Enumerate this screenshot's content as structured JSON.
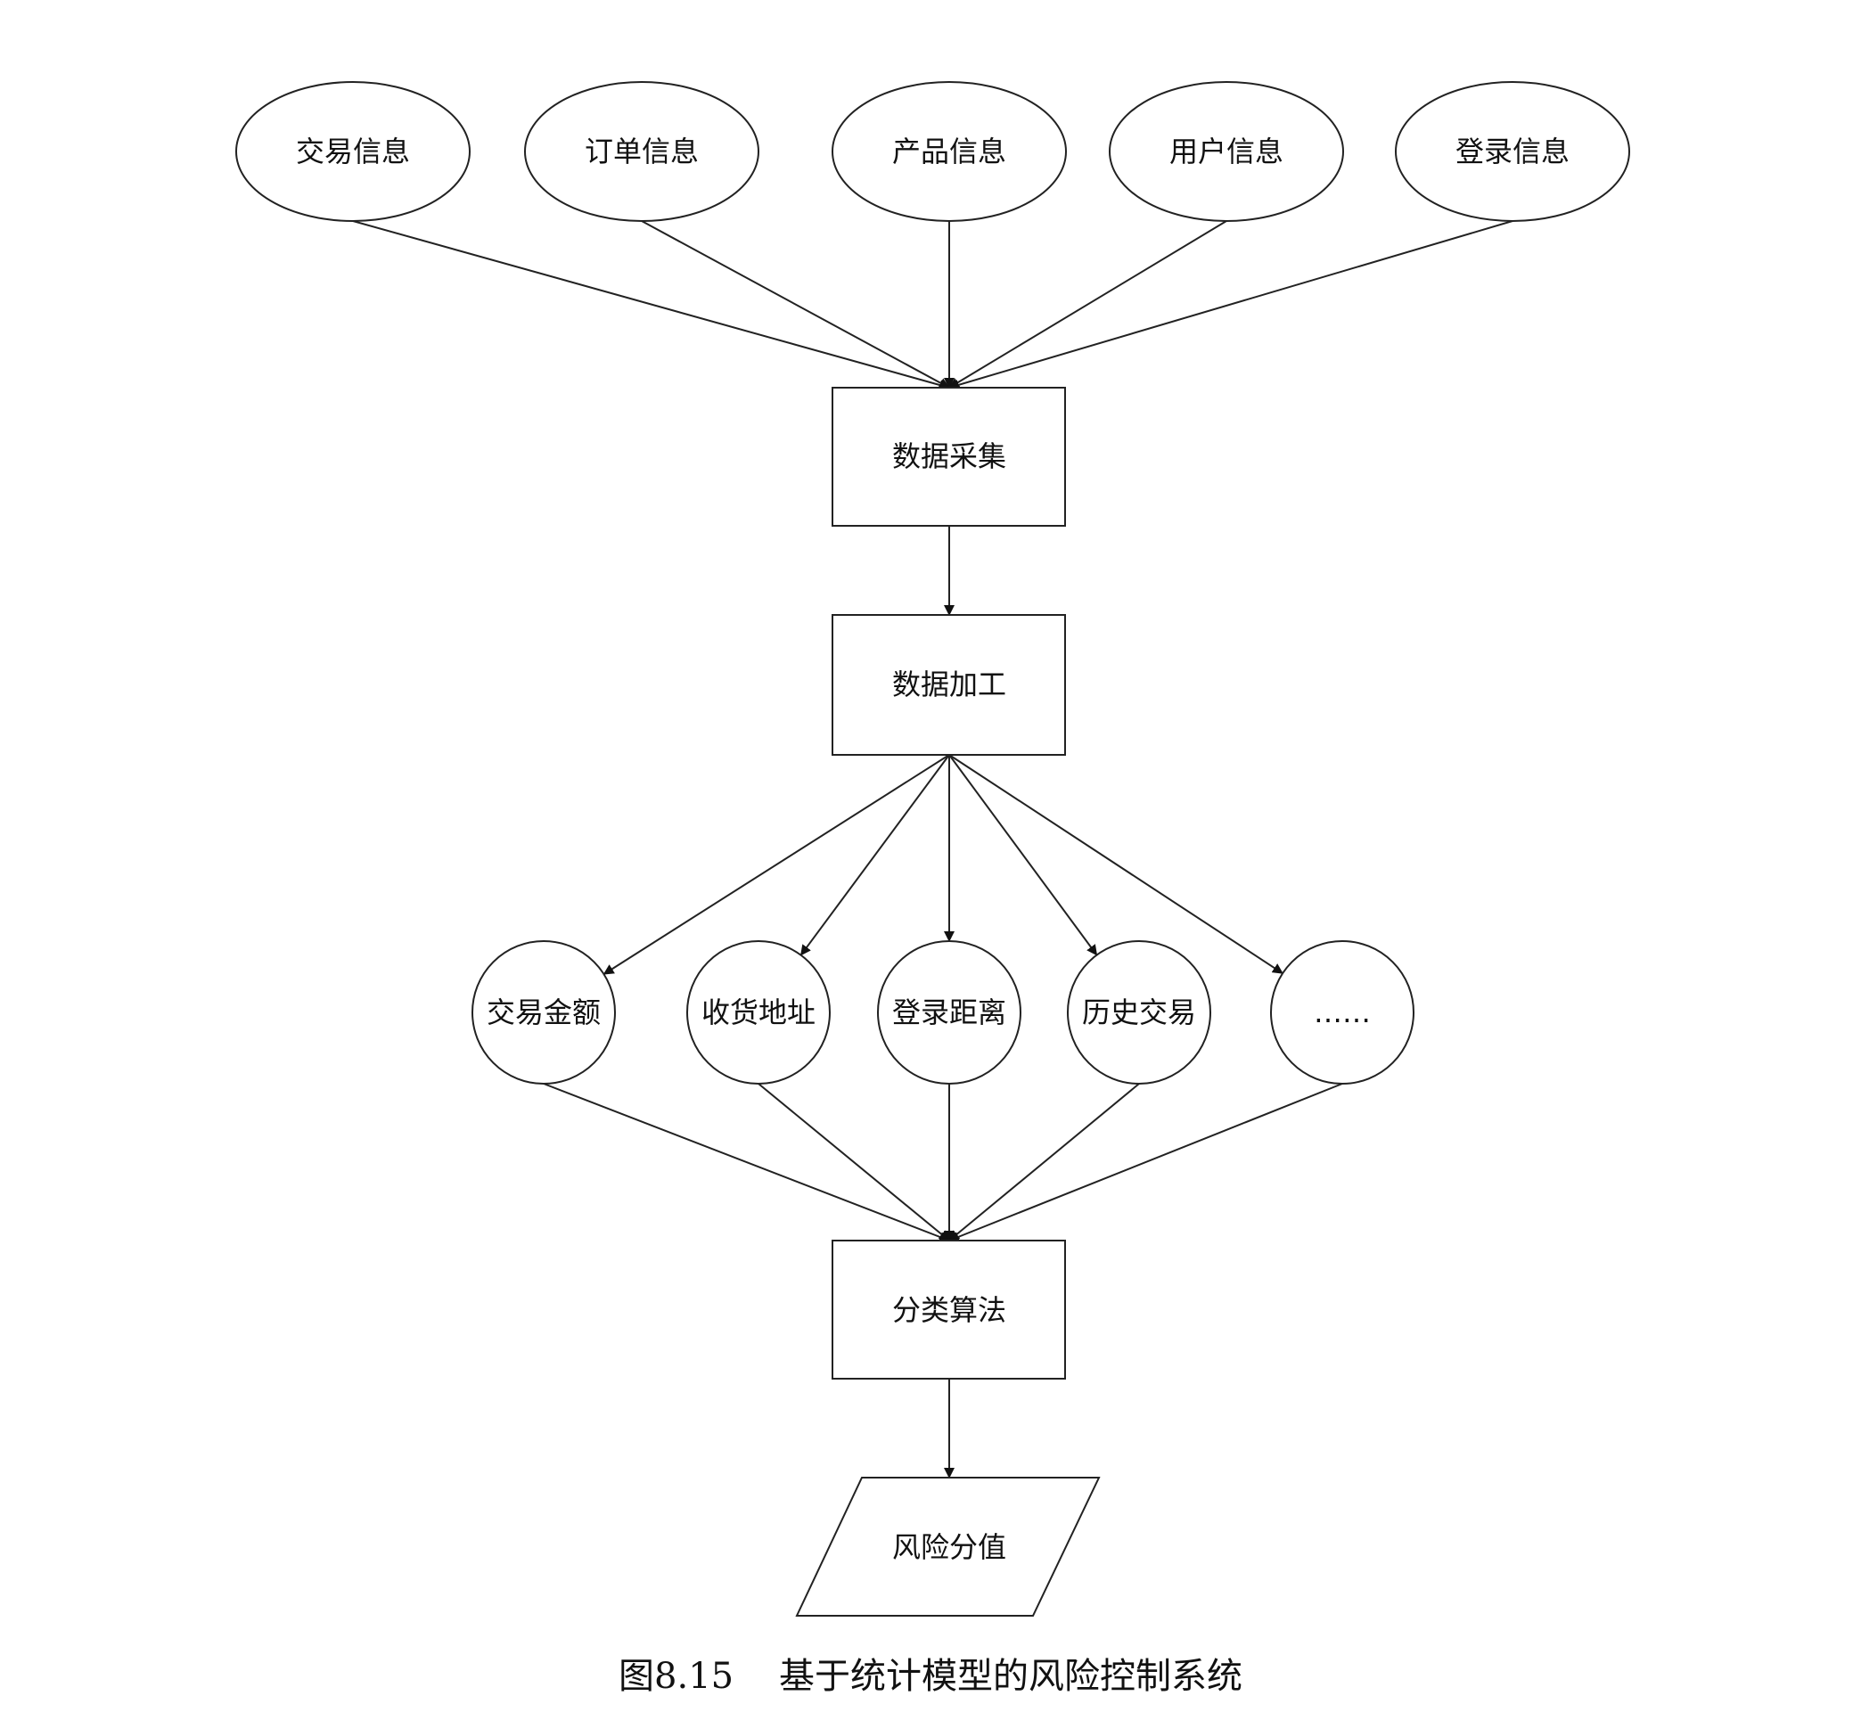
{
  "sources": [
    "交易信息",
    "订单信息",
    "产品信息",
    "用户信息",
    "登录信息"
  ],
  "collect": "数据采集",
  "process": "数据加工",
  "features": [
    "交易金额",
    "收货地址",
    "登录距离",
    "历史交易",
    "……"
  ],
  "algorithm": "分类算法",
  "output": "风险分值",
  "caption": {
    "number": "图8.15",
    "title": "基于统计模型的风险控制系统"
  }
}
